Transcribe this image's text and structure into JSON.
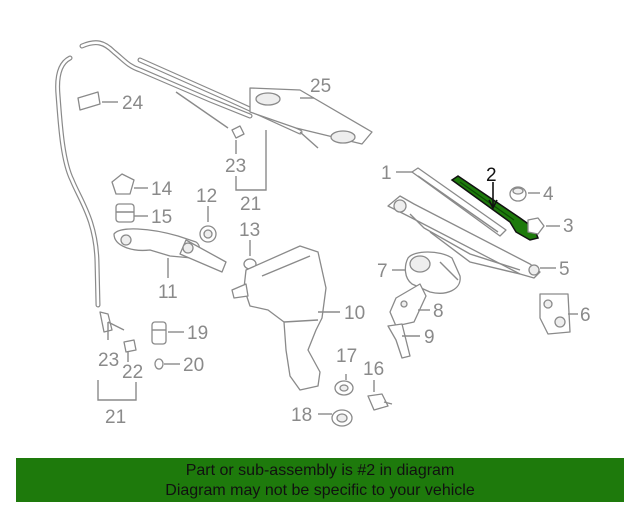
{
  "callouts": {
    "c1": "1",
    "c2": "2",
    "c3": "3",
    "c4": "4",
    "c5": "5",
    "c6": "6",
    "c7": "7",
    "c8": "8",
    "c9": "9",
    "c10": "10",
    "c11": "11",
    "c12": "12",
    "c13": "13",
    "c14": "14",
    "c15": "15",
    "c16": "16",
    "c17": "17",
    "c18": "18",
    "c19": "19",
    "c20": "20",
    "c21a": "21",
    "c21b": "21",
    "c22": "22",
    "c23a": "23",
    "c23b": "23",
    "c24": "24",
    "c25": "25"
  },
  "highlight_color": "#1e7a0c",
  "banner": {
    "line1": "Part or sub-assembly is #2 in diagram",
    "line2": "Diagram may not be specific to your vehicle"
  }
}
